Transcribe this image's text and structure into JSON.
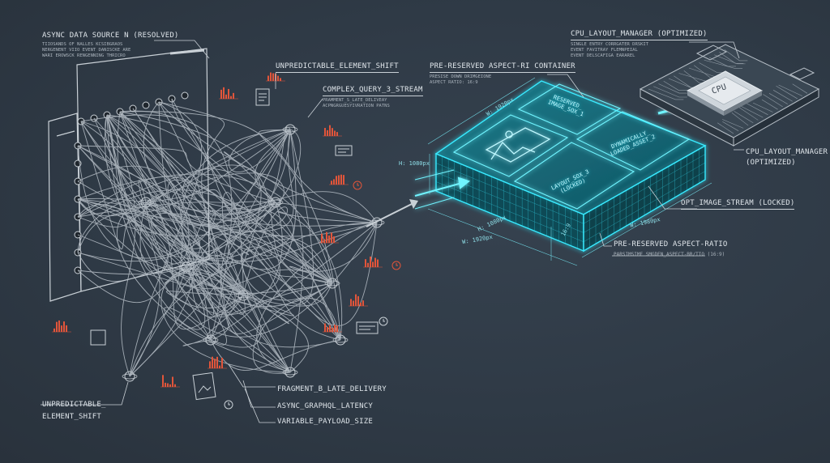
{
  "colors": {
    "background": "#2f3a46",
    "line": "#c9d0d6",
    "accent_cyan": "#2ee6ff",
    "accent_red": "#e2553a"
  },
  "labels": {
    "async_source_title": "ASYNC DATA SOURCE N (RESOLVED)",
    "async_source_sub": "TIIOSANDS OF NALLES KCSIBGRAOS\nNERGENENT VIIO EVENT DANISCKE ARE\nWARI EROWSCK RENGENNING THRICRO",
    "unpredictable_shift_top": "UNPREDICTABLE_ELEMENT_SHIFT",
    "complex_query": "COMPLEX_QUERY_3_STREAM",
    "complex_query_sub": "PRAMMENT_S_LATE_DELIVEAY\nACPNGRGUESYIVRATION PATNS",
    "unpredictable_shift_bottom_1": "UNPREDICTABLE_",
    "unpredictable_shift_bottom_2": "ELEMENT_SHIFT",
    "fragment_late": "FRAGMENT_B_LATE_DELIVERY",
    "async_graphql": "ASYNC_GRAPHQL_LATENCY",
    "variable_payload": "VARIABLE_PAYLOAD_SIZE",
    "pre_reserved_container": "PRE-RESERVED ASPECT-RI CONTAINER",
    "pre_reserved_container_sub": "PRESISE DOWN DRIMGEIONE\nASPECT RATIO: 16:9",
    "cpu_manager_title": "CPU_LAYOUT_MANAGER (OPTIMIZED)",
    "cpu_manager_sub": "SINGLE ENTRY CORRGATER DRSKIT\nEVENT FAVITRAY FLEMNPEIAL\nEVENT DELSCAFIGA EARAREL",
    "cpu_chip": "CPU",
    "cpu_manager_side_1": "CPU_LAYOUT_MANAGER",
    "cpu_manager_side_2": "(OPTIMIZED)",
    "opt_image_stream": "OPT_IMAGE_STREAM (LOCKED)",
    "pre_reserved_ratio": "PRE-RESERVED ASPECT-RATIO",
    "pre_reserved_ratio_sub": "PARSIMSIME SMGDEN_ASPECT-BR/TIO (16:9)"
  },
  "grid_cells": {
    "top_right": "RESERVED_\nIMAGE_SOX_1",
    "right": "DYNAMICALLY_\nLOADED_ASSET_2",
    "bottom": "LAYOUT_SOX_3\n(LOCKED)"
  },
  "dimensions": {
    "w_top": "W: 1920px",
    "h_left": "H: 1080px",
    "h_lower": "H: 1080px",
    "w_bottom": "W: 1920px",
    "ratio_side": "16:9",
    "w_right": "W: 1980px"
  }
}
